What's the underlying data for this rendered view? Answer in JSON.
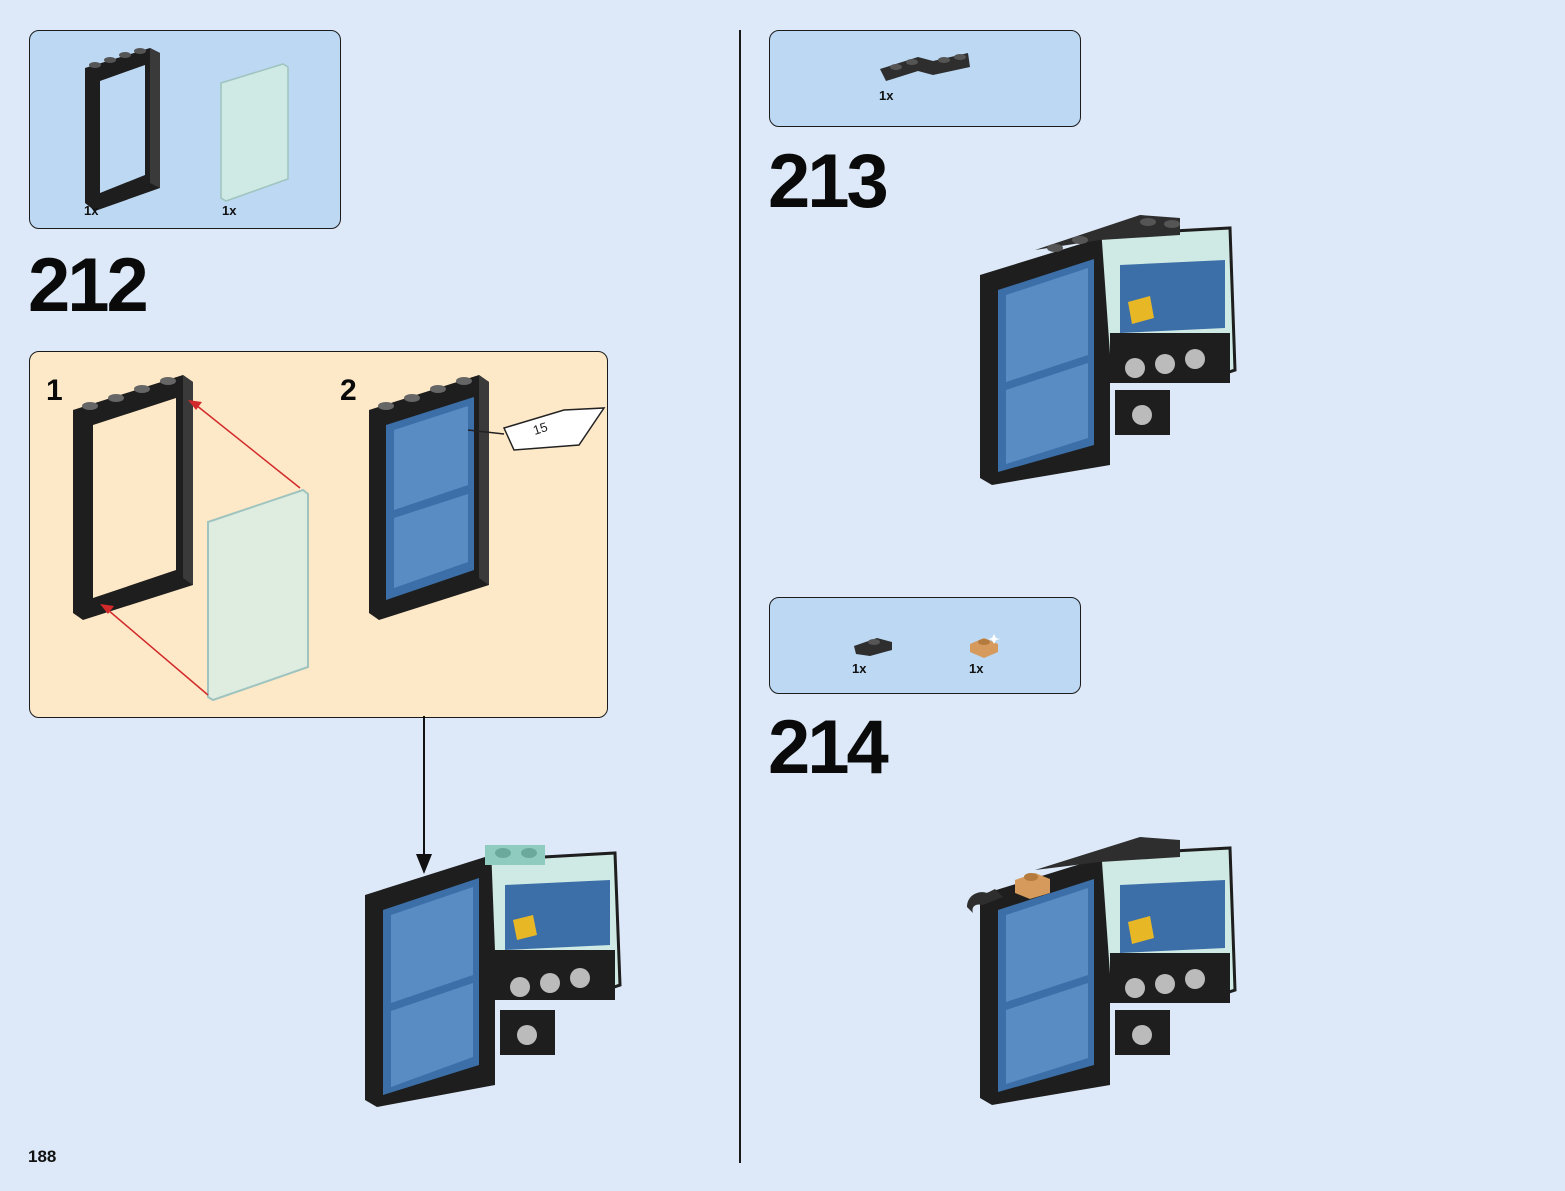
{
  "page": {
    "number": "188"
  },
  "colors": {
    "background": "#dde9f8",
    "parts_box": "#bcd8f2",
    "substep_box": "#fde9c8",
    "frame_black": "#1e1e1e",
    "trans_glass": "#cfe9e4",
    "screen_blue": "#3c6fa8",
    "arrow_red": "#d22a2a",
    "tan": "#d59a5c"
  },
  "steps": [
    {
      "number": "212",
      "parts": [
        {
          "qty": "1x",
          "icon": "black-window-frame-icon"
        },
        {
          "qty": "1x",
          "icon": "trans-clear-glass-panel-icon"
        }
      ],
      "substeps": [
        {
          "number": "1"
        },
        {
          "number": "2",
          "sticker": "15"
        }
      ]
    },
    {
      "number": "213",
      "parts": [
        {
          "qty": "1x",
          "icon": "black-hinge-plate-icon"
        }
      ]
    },
    {
      "number": "214",
      "parts": [
        {
          "qty": "1x",
          "icon": "black-clip-plate-icon"
        },
        {
          "qty": "1x",
          "icon": "tan-plate-1x1-icon"
        }
      ]
    }
  ]
}
